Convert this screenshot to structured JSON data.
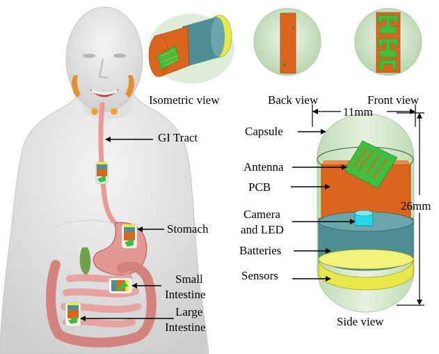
{
  "views": {
    "isometric": "Isometric view",
    "back": "Back view",
    "front": "Front view",
    "side": "Side view"
  },
  "body_labels": {
    "gi_tract": "GI Tract",
    "stomach": "Stomach",
    "small_intestine_1": "Small",
    "small_intestine_2": "Intestine",
    "large_intestine_1": "Large",
    "large_intestine_2": "Intestine"
  },
  "capsule_labels": {
    "capsule": "Capsule",
    "antenna": "Antenna",
    "pcb": "PCB",
    "camera_1": "Camera",
    "camera_2": "and LED",
    "batteries": "Batteries",
    "sensors": "Sensors"
  },
  "dimensions": {
    "width": "11mm",
    "height": "26mm"
  },
  "colors": {
    "pcb": "#d9651f",
    "antenna": "#3fbf3f",
    "capsule_shell": "#cfe6c6",
    "battery": "#4f8f94",
    "sensor": "#e8e84a",
    "camera": "#27d7e6",
    "intestine": "#d88a86"
  }
}
